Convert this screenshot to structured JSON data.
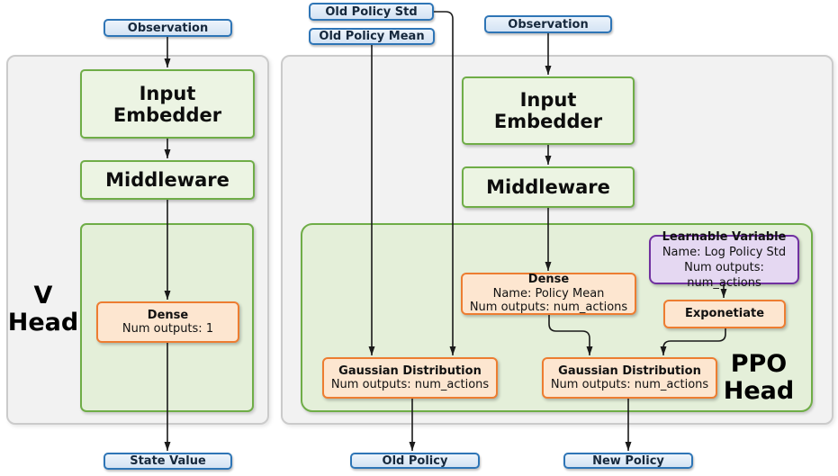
{
  "v_head": {
    "observation": "Observation",
    "input_embedder": "Input Embedder",
    "middleware": "Middleware",
    "dense_title": "Dense",
    "dense_outputs": "Num outputs: 1",
    "label_line1": "V",
    "label_line2": "Head",
    "state_value": "State Value"
  },
  "ppo_head": {
    "old_policy_std": "Old Policy Std",
    "old_policy_mean": "Old Policy Mean",
    "observation": "Observation",
    "input_embedder": "Input Embedder",
    "middleware": "Middleware",
    "dense_title": "Dense",
    "dense_name": "Name: Policy Mean",
    "dense_outputs": "Num outputs: num_actions",
    "learnable_title": "Learnable Variable",
    "learnable_name": "Name: Log Policy Std",
    "learnable_outputs": "Num outputs: num_actions",
    "exponetiate": "Exponetiate",
    "gaussian_old_title": "Gaussian Distribution",
    "gaussian_old_outputs": "Num outputs: num_actions",
    "gaussian_new_title": "Gaussian Distribution",
    "gaussian_new_outputs": "Num outputs: num_actions",
    "old_policy": "Old Policy",
    "new_policy": "New Policy",
    "label_line1": "PPO",
    "label_line2": "Head"
  },
  "colors": {
    "blue_border": "#2e75b6",
    "blue_fill": "#d9e7f6",
    "green_border": "#6fad47",
    "green_box_fill": "#ecf4e3",
    "green_panel_fill": "#e4efd9",
    "orange_border": "#ed7d31",
    "orange_fill": "#fde6d0",
    "purple_border": "#7030a0",
    "purple_fill": "#e5d8f2",
    "panel_fill": "#f2f2f2",
    "panel_border": "#cbcbcb",
    "connector": "#1a1a1a"
  }
}
